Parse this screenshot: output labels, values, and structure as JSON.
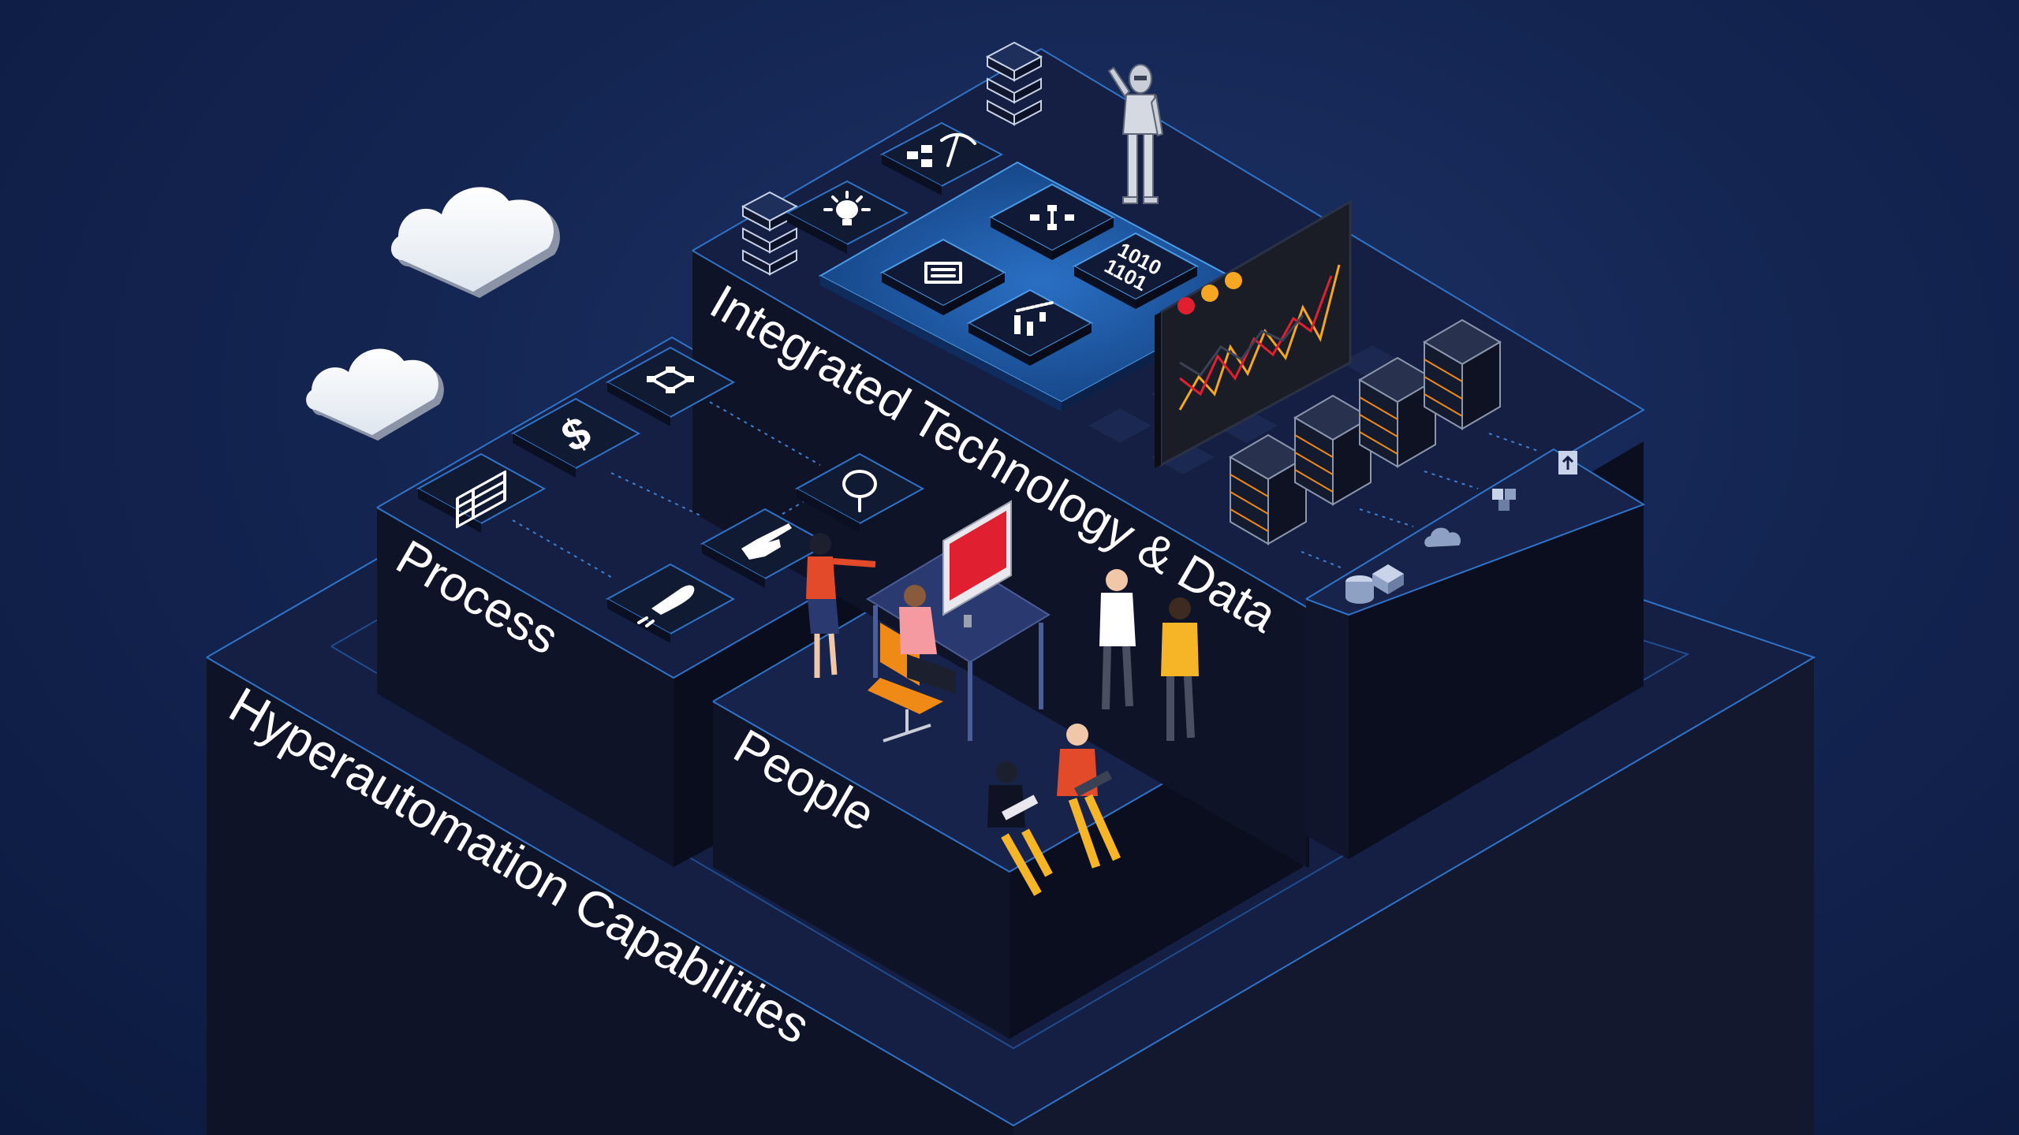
{
  "labels": {
    "base": "Hyperautomation Capabilities",
    "process": "Process",
    "people": "People",
    "tech": "Integrated Technology & Data"
  },
  "tech_codes": {
    "row1": "1010",
    "row2": "1101"
  },
  "colors": {
    "accent": "#2f74c9",
    "face_dark": "#0f1328",
    "top_dark": "#141f43",
    "chip_blue": "#1d5fae",
    "monitor_red": "#e02030",
    "chart_orange": "#f5a623",
    "chair_orange": "#f08a16"
  },
  "icons": {
    "process": [
      "table-icon",
      "dollar-icon",
      "flowchart-icon",
      "search-icon",
      "pointer-hand-icon",
      "rocket-icon"
    ],
    "tech": [
      "lightbulb-icon",
      "pickaxe-icon",
      "server-stack-icon",
      "binary-icon",
      "film-icon",
      "tree-diagram-icon",
      "database-icon",
      "factory-icon",
      "cloud-icon",
      "cubes-icon",
      "upload-icon"
    ]
  }
}
